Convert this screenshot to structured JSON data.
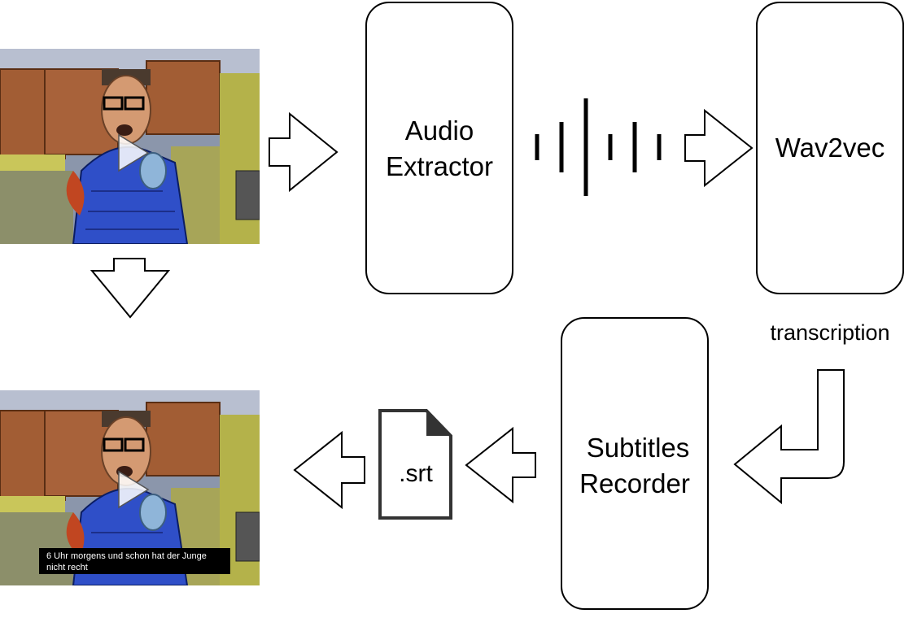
{
  "nodes": {
    "audio_extractor": {
      "line1": "Audio",
      "line2": "Extractor"
    },
    "wav2vec": {
      "label": "Wav2vec"
    },
    "subtitles_recorder": {
      "line1": "Subtitles",
      "line2": "Recorder"
    },
    "srt_file": {
      "label": ".srt"
    }
  },
  "edges": {
    "transcription_label": "transcription"
  },
  "video_frames": {
    "input": {
      "description_icon": "play-icon"
    },
    "output": {
      "description_icon": "play-icon",
      "caption_line1": "6 Uhr morgens und schon hat der Junge",
      "caption_line2": "nicht recht"
    }
  },
  "colors": {
    "stroke": "#000000",
    "box_fill": "#ffffff",
    "file_fill": "#ffffff",
    "file_stroke": "#333333",
    "caption_bg": "#000000",
    "caption_text": "#ffffff",
    "wall": "#9fa7b6",
    "cabinet": "#a25d34",
    "jacket": "#2f4fc8",
    "skin": "#d49a72"
  }
}
